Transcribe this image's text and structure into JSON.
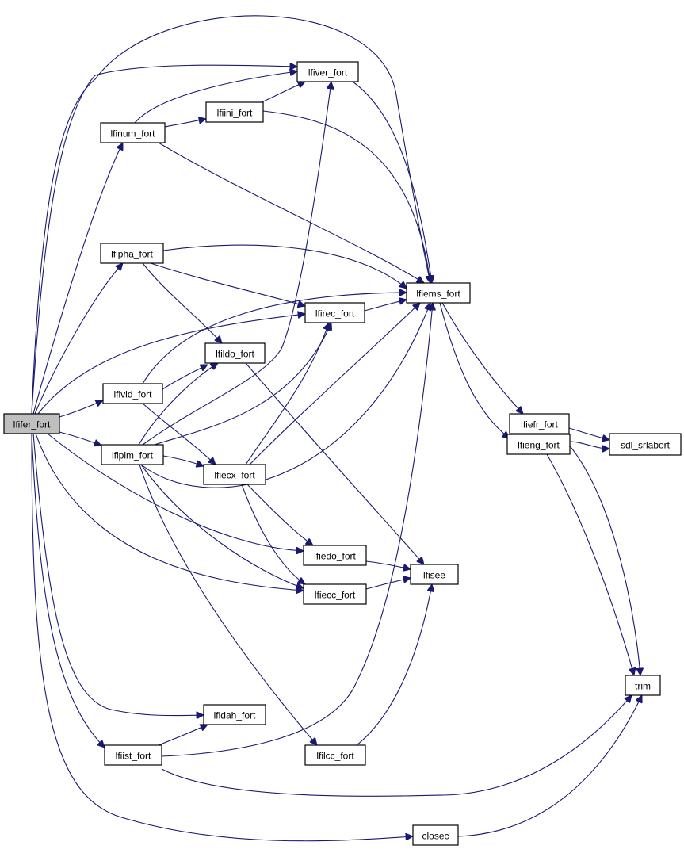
{
  "title": "lfifer_fort call graph",
  "colors": {
    "edge": "#191970",
    "node_fill": "#ffffff",
    "root_fill": "#bfbfbf",
    "border": "#000000"
  },
  "nodes": [
    {
      "id": "lfifer_fort",
      "label": "lfifer_fort",
      "root": true
    },
    {
      "id": "lfiver_fort",
      "label": "lfiver_fort"
    },
    {
      "id": "lfinum_fort",
      "label": "lfinum_fort"
    },
    {
      "id": "lfiini_fort",
      "label": "lfiini_fort"
    },
    {
      "id": "lfipha_fort",
      "label": "lfipha_fort"
    },
    {
      "id": "lfiems_fort",
      "label": "lfiems_fort"
    },
    {
      "id": "lfirec_fort",
      "label": "lfirec_fort"
    },
    {
      "id": "lfildo_fort",
      "label": "lfildo_fort"
    },
    {
      "id": "lfivid_fort",
      "label": "lfivid_fort"
    },
    {
      "id": "lfipim_fort",
      "label": "lfipim_fort"
    },
    {
      "id": "lfiecx_fort",
      "label": "lfiecx_fort"
    },
    {
      "id": "lfiefr_fort",
      "label": "lfiefr_fort"
    },
    {
      "id": "lfieng_fort",
      "label": "lfieng_fort"
    },
    {
      "id": "sdl_srlabort",
      "label": "sdl_srlabort"
    },
    {
      "id": "lfiedo_fort",
      "label": "lfiedo_fort"
    },
    {
      "id": "lfisee",
      "label": "lfisee"
    },
    {
      "id": "lfiecc_fort",
      "label": "lfiecc_fort"
    },
    {
      "id": "trim",
      "label": "trim"
    },
    {
      "id": "lfidah_fort",
      "label": "lfidah_fort"
    },
    {
      "id": "lfiist_fort",
      "label": "lfiist_fort"
    },
    {
      "id": "lfilcc_fort",
      "label": "lfilcc_fort"
    },
    {
      "id": "closec",
      "label": "closec"
    }
  ],
  "edges": [
    [
      "lfifer_fort",
      "lfiver_fort"
    ],
    [
      "lfifer_fort",
      "lfiems_fort"
    ],
    [
      "lfifer_fort",
      "lfinum_fort"
    ],
    [
      "lfifer_fort",
      "lfipha_fort"
    ],
    [
      "lfifer_fort",
      "lfirec_fort"
    ],
    [
      "lfifer_fort",
      "lfivid_fort"
    ],
    [
      "lfifer_fort",
      "lfipim_fort"
    ],
    [
      "lfifer_fort",
      "lfiedo_fort"
    ],
    [
      "lfifer_fort",
      "lfiecc_fort"
    ],
    [
      "lfifer_fort",
      "lfidah_fort"
    ],
    [
      "lfifer_fort",
      "lfiist_fort"
    ],
    [
      "lfifer_fort",
      "closec"
    ],
    [
      "lfinum_fort",
      "lfiver_fort"
    ],
    [
      "lfinum_fort",
      "lfiini_fort"
    ],
    [
      "lfinum_fort",
      "lfiems_fort"
    ],
    [
      "lfiini_fort",
      "lfiver_fort"
    ],
    [
      "lfiini_fort",
      "lfiems_fort"
    ],
    [
      "lfiver_fort",
      "lfiems_fort"
    ],
    [
      "lfipha_fort",
      "lfiems_fort"
    ],
    [
      "lfipha_fort",
      "lfirec_fort"
    ],
    [
      "lfipha_fort",
      "lfildo_fort"
    ],
    [
      "lfirec_fort",
      "lfiems_fort"
    ],
    [
      "lfivid_fort",
      "lfiems_fort"
    ],
    [
      "lfivid_fort",
      "lfildo_fort"
    ],
    [
      "lfivid_fort",
      "lfiecx_fort"
    ],
    [
      "lfipim_fort",
      "lfiver_fort"
    ],
    [
      "lfipim_fort",
      "lfildo_fort"
    ],
    [
      "lfipim_fort",
      "lfirec_fort"
    ],
    [
      "lfipim_fort",
      "lfiecx_fort"
    ],
    [
      "lfipim_fort",
      "lfiems_fort"
    ],
    [
      "lfipim_fort",
      "lfiecc_fort"
    ],
    [
      "lfipim_fort",
      "lfilcc_fort"
    ],
    [
      "lfiecx_fort",
      "lfirec_fort"
    ],
    [
      "lfiecx_fort",
      "lfiems_fort"
    ],
    [
      "lfiecx_fort",
      "lfiedo_fort"
    ],
    [
      "lfiecx_fort",
      "lfiecc_fort"
    ],
    [
      "lfildo_fort",
      "lfisee"
    ],
    [
      "lfiedo_fort",
      "lfisee"
    ],
    [
      "lfiecc_fort",
      "lfisee"
    ],
    [
      "lfilcc_fort",
      "lfisee"
    ],
    [
      "lfiems_fort",
      "lfiefr_fort"
    ],
    [
      "lfiems_fort",
      "lfieng_fort"
    ],
    [
      "lfiefr_fort",
      "sdl_srlabort"
    ],
    [
      "lfiefr_fort",
      "trim"
    ],
    [
      "lfieng_fort",
      "sdl_srlabort"
    ],
    [
      "lfieng_fort",
      "trim"
    ],
    [
      "lfiist_fort",
      "lfidah_fort"
    ],
    [
      "lfiist_fort",
      "lfiems_fort"
    ],
    [
      "lfiist_fort",
      "trim"
    ],
    [
      "closec",
      "trim"
    ]
  ]
}
